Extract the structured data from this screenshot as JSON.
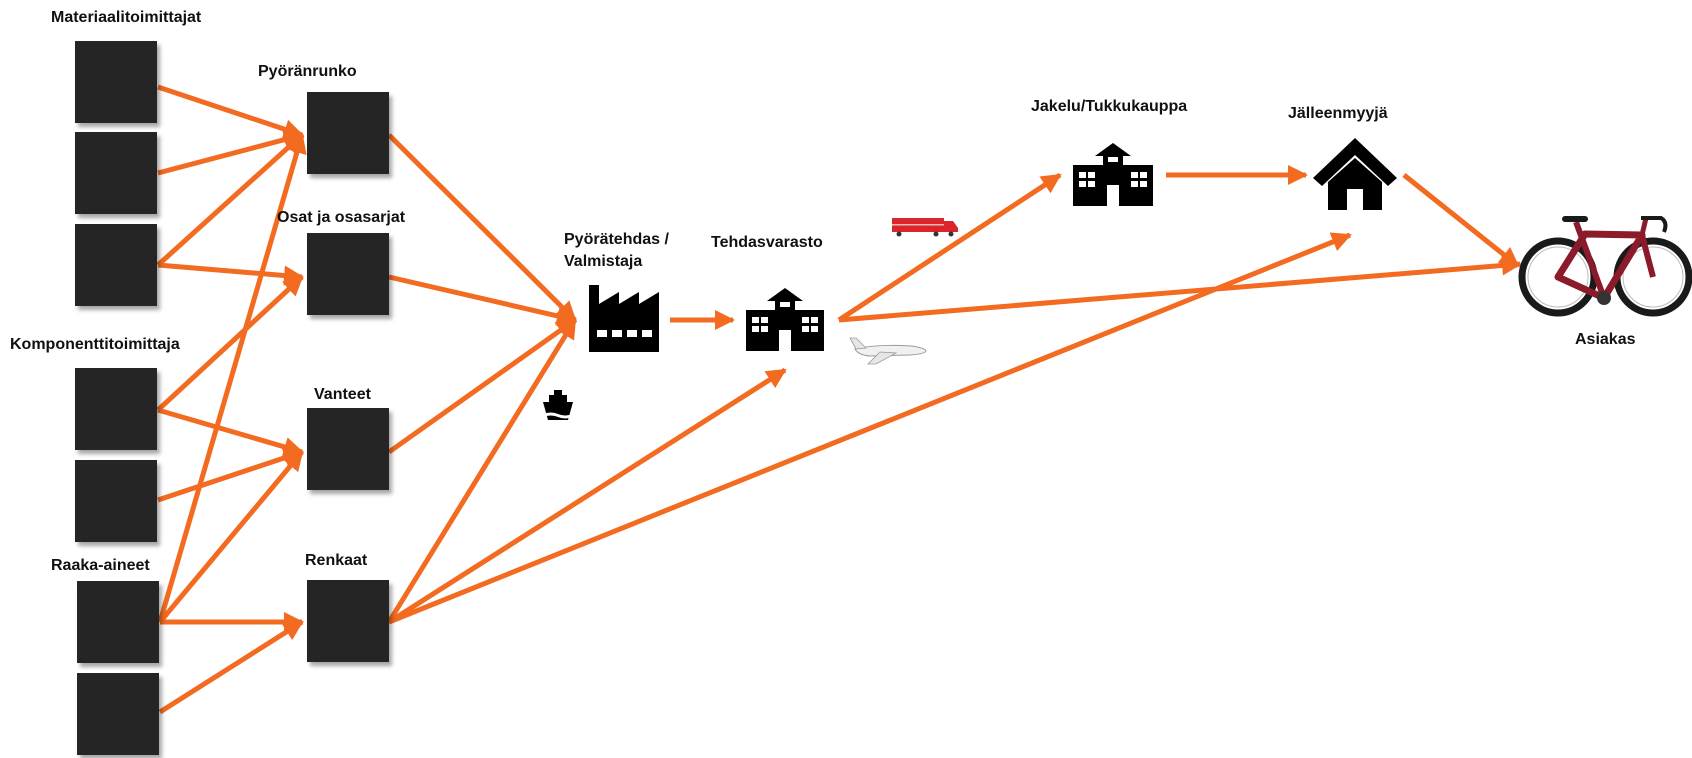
{
  "labels": {
    "material_suppliers": "Materiaalitoimittajat",
    "component_supplier": "Komponenttitoimittaja",
    "raw_materials": "Raaka-aineet",
    "frame": "Pyöränrunko",
    "parts": "Osat ja osasarjat",
    "rims": "Vanteet",
    "tires": "Renkaat",
    "factory_line1": "Pyörätehdas /",
    "factory_line2": "Valmistaja",
    "warehouse": "Tehdasvarasto",
    "distribution": "Jakelu/Tukkukauppa",
    "retailer": "Jälleenmyyjä",
    "customer": "Asiakas"
  },
  "colors": {
    "arrow": "#f26b21",
    "box": "#252525",
    "truck": "#d9252b",
    "bike": "#8b1a2a"
  },
  "icons": [
    "factory-icon",
    "warehouse-icon",
    "distribution-icon",
    "retailer-icon",
    "ship-icon",
    "truck-icon",
    "airplane-icon",
    "bicycle-icon"
  ]
}
